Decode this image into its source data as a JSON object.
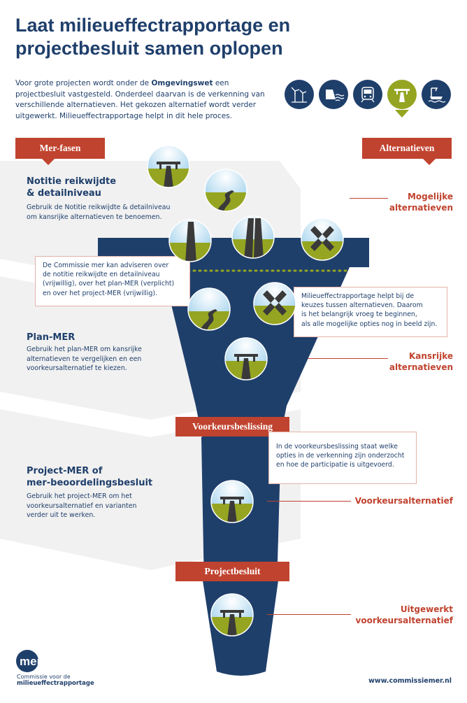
{
  "title": {
    "line1": "Laat milieueffectrapportage en",
    "line2": "projectbesluit samen oplopen"
  },
  "intro": {
    "before": "Voor grote projecten wordt onder de ",
    "bold": "Omgevingswet",
    "after": " een projectbesluit vastgesteld. Onderdeel daarvan is de verkenning van verschillende alternatieven. Het gekozen alternatief wordt verder uitgewerkt. Milieueffectrapportage helpt in dit hele proces."
  },
  "top_icons": [
    "wind-turbine-icon",
    "dike-icon",
    "train-icon",
    "highway-icon",
    "port-icon"
  ],
  "ribbons": {
    "left": "Mer-fasen",
    "right": "Alternatieven",
    "decision": "Voorkeursbeslissing",
    "final": "Projectbesluit"
  },
  "phases": [
    {
      "title_l1": "Notitie reikwijdte",
      "title_l2": "& detailniveau",
      "text_l1": "Gebruik de Notitie reikwijdte & detailniveau",
      "text_l2": "om kansrijke alternatieven te benoemen."
    },
    {
      "title_l1": "Plan-MER",
      "title_l2": "",
      "text_l1": "Gebruik het plan-MER om kansrijke",
      "text_l2": "alternatieven te vergelijken en een",
      "text_l3": "voorkeursalternatief te kiezen."
    },
    {
      "title_l1": "Project-MER of",
      "title_l2": "mer-beoordelingsbesluit",
      "text_l1": "Gebruik het project-MER om het",
      "text_l2": "voorkeursalternatief en varianten",
      "text_l3": "verder uit te werken."
    }
  ],
  "alternatives": [
    {
      "l1": "Mogelijke",
      "l2": "alternatieven"
    },
    {
      "l1": "Kansrijke",
      "l2": "alternatieven"
    },
    {
      "l1": "Voorkeursalternatief",
      "l2": ""
    },
    {
      "l1": "Uitgewerkt",
      "l2": "voorkeursalternatief"
    }
  ],
  "boxes": {
    "commission": [
      "De Commissie mer kan adviseren over",
      "de notitie reikwijdte en detailniveau",
      "(vrijwillig), over het plan-MER (verplicht)",
      "en over het project-MER (vrijwillig)."
    ],
    "early": [
      "Milieueffectrapportage helpt bij de",
      "keuzes tussen alternatieven. Daarom",
      "is het belangrijk vroeg te beginnen,",
      "als alle mogelijke opties nog in beeld zijn."
    ],
    "decision": [
      "In de voorkeursbeslissing staat welke",
      "opties in de verkenning zijn onderzocht",
      "en hoe de participatie is uitgevoerd."
    ]
  },
  "logo": {
    "mark": "mer",
    "line1": "Commissie voor de",
    "line2": "milieueffectrapportage"
  },
  "footer_url": "www.commissiemer.nl",
  "colors": {
    "navy": "#1f3f6b",
    "red": "#c0432f",
    "green": "#95a521",
    "sky": "#cfe6f3",
    "band": "#f1f1f1"
  }
}
